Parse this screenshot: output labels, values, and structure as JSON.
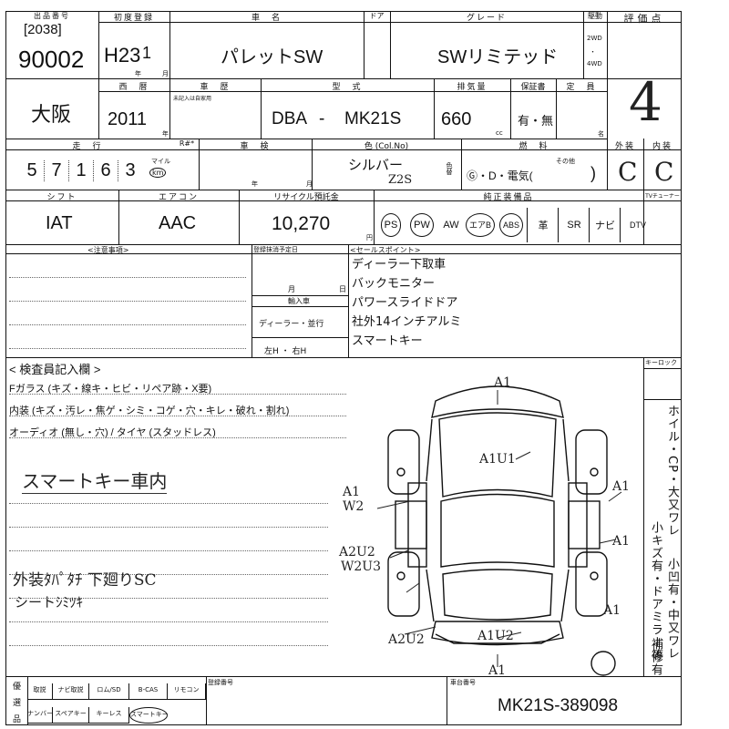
{
  "header": {
    "lot_label": "出品番号",
    "lot_bracket": "[2038]",
    "lot_number": "90002",
    "first_reg_label": "初度登録",
    "first_reg_era": "H23",
    "first_reg_month": "1",
    "year_unit": "年",
    "month_unit": "月",
    "car_name_label": "車　名",
    "car_name": "パレットSW",
    "door_label": "ドア",
    "grade_label": "グレード",
    "grade": "SWリミテッド",
    "drive_label": "駆動",
    "drive_2wd": "2WD",
    "drive_dot": "・",
    "drive_4wd": "4WD",
    "score_label": "評価点",
    "score": "4"
  },
  "row2": {
    "location": "大阪",
    "year_label": "西　暦",
    "year": "2011",
    "year_unit": "年",
    "inspection_label": "車　歴",
    "inspection_note": "未記入は自家用",
    "model_label": "型　式",
    "model_prefix": "DBA",
    "model_dash": "-",
    "model_code": "MK21S",
    "displacement_label": "排気量",
    "displacement": "660",
    "cc_unit": "cc",
    "warranty_label": "保証書",
    "warranty_value": "有・無",
    "capacity_label": "定　員",
    "capacity_unit": "名"
  },
  "row3": {
    "mileage_label": "走　行",
    "mileage_digits": [
      "5",
      "7",
      "1",
      "6",
      "3"
    ],
    "mileage_unit_mile": "マイル",
    "mileage_unit_km": "km",
    "repair_label": "R#*",
    "shaken_label": "車　検",
    "year_unit": "年",
    "month_unit": "月",
    "color_label": "色 (Col.No)",
    "color": "シルバー",
    "color_code": "Z2S",
    "color_side_label": "色替",
    "fuel_label": "燃　料",
    "fuel_options": "Ⓖ・D・電気(",
    "fuel_other": "その他",
    "fuel_close": ")",
    "exterior_label": "外装",
    "exterior_grade": "C",
    "interior_label": "内装",
    "interior_grade": "C"
  },
  "row4": {
    "shift_label": "シフト",
    "shift": "IAT",
    "ac_label": "エアコン",
    "ac": "AAC",
    "recycle_label": "リサイクル預託金",
    "recycle": "10,270",
    "yen_unit": "円",
    "equipment_label": "純正装備品",
    "tuner_label": "TVチューナー",
    "equipment": [
      {
        "label": "PS",
        "circled": true
      },
      {
        "label": "PW",
        "circled": true
      },
      {
        "label": "AW",
        "circled": false
      },
      {
        "label": "エアB",
        "circled": true
      },
      {
        "label": "ABS",
        "circled": true
      },
      {
        "label": "革",
        "circled": false
      },
      {
        "label": "SR",
        "circled": false
      },
      {
        "label": "ナビ",
        "circled": false
      },
      {
        "label": "DTV",
        "circled": false
      }
    ]
  },
  "notes": {
    "caution_label": "<注意事項>",
    "reg_expiry_label": "登録抹消予定日",
    "reg_month": "月",
    "reg_day": "日",
    "entry_label": "輸入車",
    "entry_value": "ディーラー・並行",
    "handle_value": "左H ・ 右H",
    "sales_label": "<セールスポイント>",
    "sales_points": [
      "ディーラー下取車",
      "バックモニター",
      "パワースライドドア",
      "社外14インチアルミ",
      "スマートキー"
    ]
  },
  "inspector": {
    "title": "< 検査員記入欄 >",
    "line1": "Fガラス (キズ・線キ・ヒビ・リペア跡・X要)",
    "line2": "内装 (キズ・汚レ・焦ゲ・シミ・コゲ・穴・キレ・破れ・割れ)",
    "line3": "オーディオ (無し・穴) / タイヤ (スタッドレス)",
    "handwritten_main": "スマートキー車内",
    "handwritten_note1": "外装ﾀﾊﾟﾀﾁ 下廻りSC",
    "handwritten_note2": "シートｼﾐﾂｷ",
    "key_label": "キーロック",
    "vertical_left": "小キズ有・ドアミラー等",
    "vertical_left2": "小凹有・中又ワレ",
    "vertical_right": "ホイル・CP・大又ワレ",
    "vertical_right2": "補修有"
  },
  "diagram_marks": {
    "top": "A1",
    "hood": "A1U1",
    "left_front": "A1",
    "left_front2": "W2",
    "right_front": "A1",
    "left_mid": "A2U2",
    "left_mid2": "W2U3",
    "right_mid": "A1",
    "right_rear": "A1",
    "left_rear": "A2U2",
    "rear": "A1U2",
    "bottom": "A1"
  },
  "footer": {
    "col_label1": "優",
    "col_label2": "選",
    "col_label3": "品",
    "equip_row1": [
      "取説",
      "ナビ取説",
      "ロム/SD",
      "B-CAS",
      "リモコン"
    ],
    "equip_row2": [
      "ナンバー",
      "スペアキー",
      "キーレス",
      "スマートキー"
    ],
    "reg_number_label": "登録番号",
    "chassis_label": "車台番号",
    "chassis_number": "MK21S-389098"
  }
}
